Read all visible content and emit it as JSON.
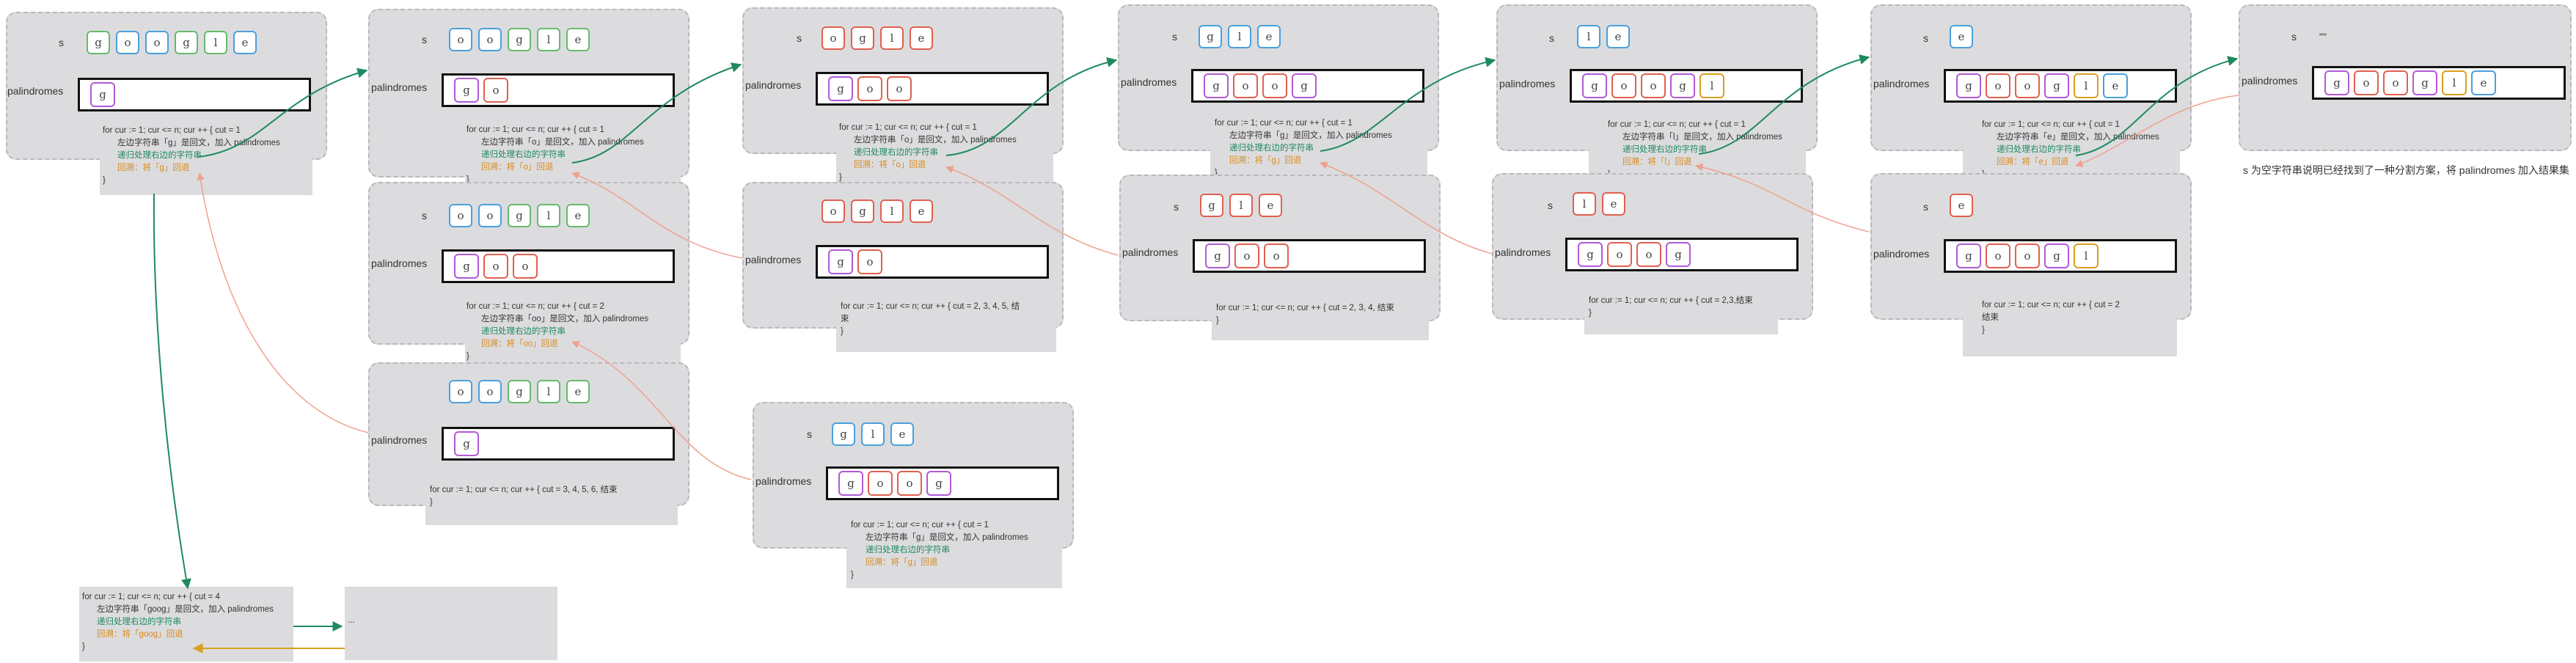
{
  "colors": {
    "g": "#b05ad6",
    "o": "#e06050",
    "l": "#d8a020",
    "e": "#4aa0dc",
    "s_e": "#66bb6a",
    "arrow_forward": "#1f8a5f",
    "arrow_back": "#f0a090",
    "arrow_return": "#d8a020"
  },
  "labels": {
    "s": "s",
    "palindromes": "palindromes"
  },
  "panels": {
    "p1": {
      "s": [
        "g",
        "o",
        "o",
        "g",
        "l",
        "e"
      ],
      "pal": [
        "g"
      ],
      "lines": [
        "for cur := 1; cur <= n; cur ++ { cut = 1",
        "左边字符串「g」是回文，加入 palindromes",
        "递归处理右边的字符串",
        "回溯：将「g」回退",
        "}"
      ]
    },
    "p2": {
      "s": [
        "o",
        "o",
        "g",
        "l",
        "e"
      ],
      "pal": [
        "g",
        "o"
      ],
      "lines": [
        "for cur := 1; cur <= n; cur ++ { cut = 1",
        "左边字符串「o」是回文，加入 palindromes",
        "递归处理右边的字符串",
        "回溯：将「o」回退",
        "}"
      ]
    },
    "p3": {
      "s": [
        "o",
        "o",
        "g",
        "l",
        "e"
      ],
      "pal": [
        "g",
        "o",
        "o"
      ],
      "lines": [
        "for cur := 1; cur <= n; cur ++ { cut = 2",
        "左边字符串「oo」是回文，加入 palindromes",
        "递归处理右边的字符串",
        "回溯：将「oo」回退",
        "}"
      ]
    },
    "p4": {
      "s": [
        "o",
        "o",
        "g",
        "l",
        "e"
      ],
      "pal": [
        "g"
      ],
      "lines": [
        "for cur := 1; cur <= n; cur ++ { cut = 3, 4, 5, 6, 结束",
        "}"
      ]
    },
    "p5": {
      "s": [
        "o",
        "g",
        "l",
        "e"
      ],
      "pal": [
        "g",
        "o",
        "o"
      ],
      "lines": [
        "for cur := 1; cur <= n; cur ++ { cut = 1",
        "左边字符串「o」是回文，加入 palindromes",
        "递归处理右边的字符串",
        "回溯：将「o」回退",
        "}"
      ]
    },
    "p6": {
      "s": [
        "o",
        "g",
        "l",
        "e"
      ],
      "pal": [
        "g",
        "o"
      ],
      "lines": [
        "for cur := 1; cur <= n; cur ++ { cut = 2, 3, 4, 5, 结",
        "束",
        "}"
      ]
    },
    "p7": {
      "s": [
        "g",
        "l",
        "e"
      ],
      "pal": [
        "g",
        "o",
        "o",
        "g"
      ],
      "lines": [
        "for cur := 1; cur <= n; cur ++ { cut = 1",
        "左边字符串「g」是回文，加入 palindromes",
        "递归处理右边的字符串",
        "回溯：将「g」回退",
        "}"
      ]
    },
    "p8": {
      "s": [
        "g",
        "l",
        "e"
      ],
      "pal": [
        "g",
        "o",
        "o",
        "g"
      ],
      "lines": [
        "for cur := 1; cur <= n; cur ++ { cut = 1",
        "左边字符串「g」是回文，加入 palindromes",
        "递归处理右边的字符串",
        "回溯：将「g」回退",
        "}"
      ]
    },
    "p9": {
      "s": [
        "g",
        "l",
        "e"
      ],
      "pal": [
        "g",
        "o",
        "o"
      ],
      "lines": [
        "for cur := 1; cur <= n; cur ++ { cut = 2, 3, 4, 结束",
        "}"
      ]
    },
    "p10": {
      "s": [
        "l",
        "e"
      ],
      "pal": [
        "g",
        "o",
        "o",
        "g",
        "l"
      ],
      "lines": [
        "for cur := 1; cur <= n; cur ++ { cut = 1",
        "左边字符串「l」是回文，加入 palindromes",
        "递归处理右边的字符串",
        "回溯：将「l」回退",
        "}"
      ]
    },
    "p11": {
      "s": [
        "l",
        "e"
      ],
      "pal": [
        "g",
        "o",
        "o",
        "g"
      ],
      "lines": [
        "for cur := 1; cur <= n; cur ++ { cut = 2,3,结束",
        "}"
      ]
    },
    "p12": {
      "s": [
        "e"
      ],
      "pal": [
        "g",
        "o",
        "o",
        "g",
        "l",
        "e"
      ],
      "lines": [
        "for cur := 1; cur <= n; cur ++ { cut = 1",
        "左边字符串「e」是回文，加入 palindromes",
        "递归处理右边的字符串",
        "回溯：将「e」回退",
        "}"
      ]
    },
    "p13": {
      "s": [
        "e"
      ],
      "pal": [
        "g",
        "o",
        "o",
        "g",
        "l"
      ],
      "lines": [
        "for cur := 1; cur <= n; cur ++ { cut = 2",
        "结束",
        "}"
      ]
    },
    "p14": {
      "s_text": "\"\"",
      "pal": [
        "g",
        "o",
        "o",
        "g",
        "l",
        "e"
      ],
      "note": "s 为空字符串说明已经找到了一种分割方案，将 palindromes 加入结果集"
    },
    "p15": {
      "lines": [
        "for cur := 1; cur <= n; cur ++ { cut = 4",
        "左边字符串「goog」是回文，加入 palindromes",
        "递归处理右边的字符串",
        "回溯：将「goog」回退",
        "}"
      ]
    },
    "p16": {
      "text": "..."
    }
  }
}
